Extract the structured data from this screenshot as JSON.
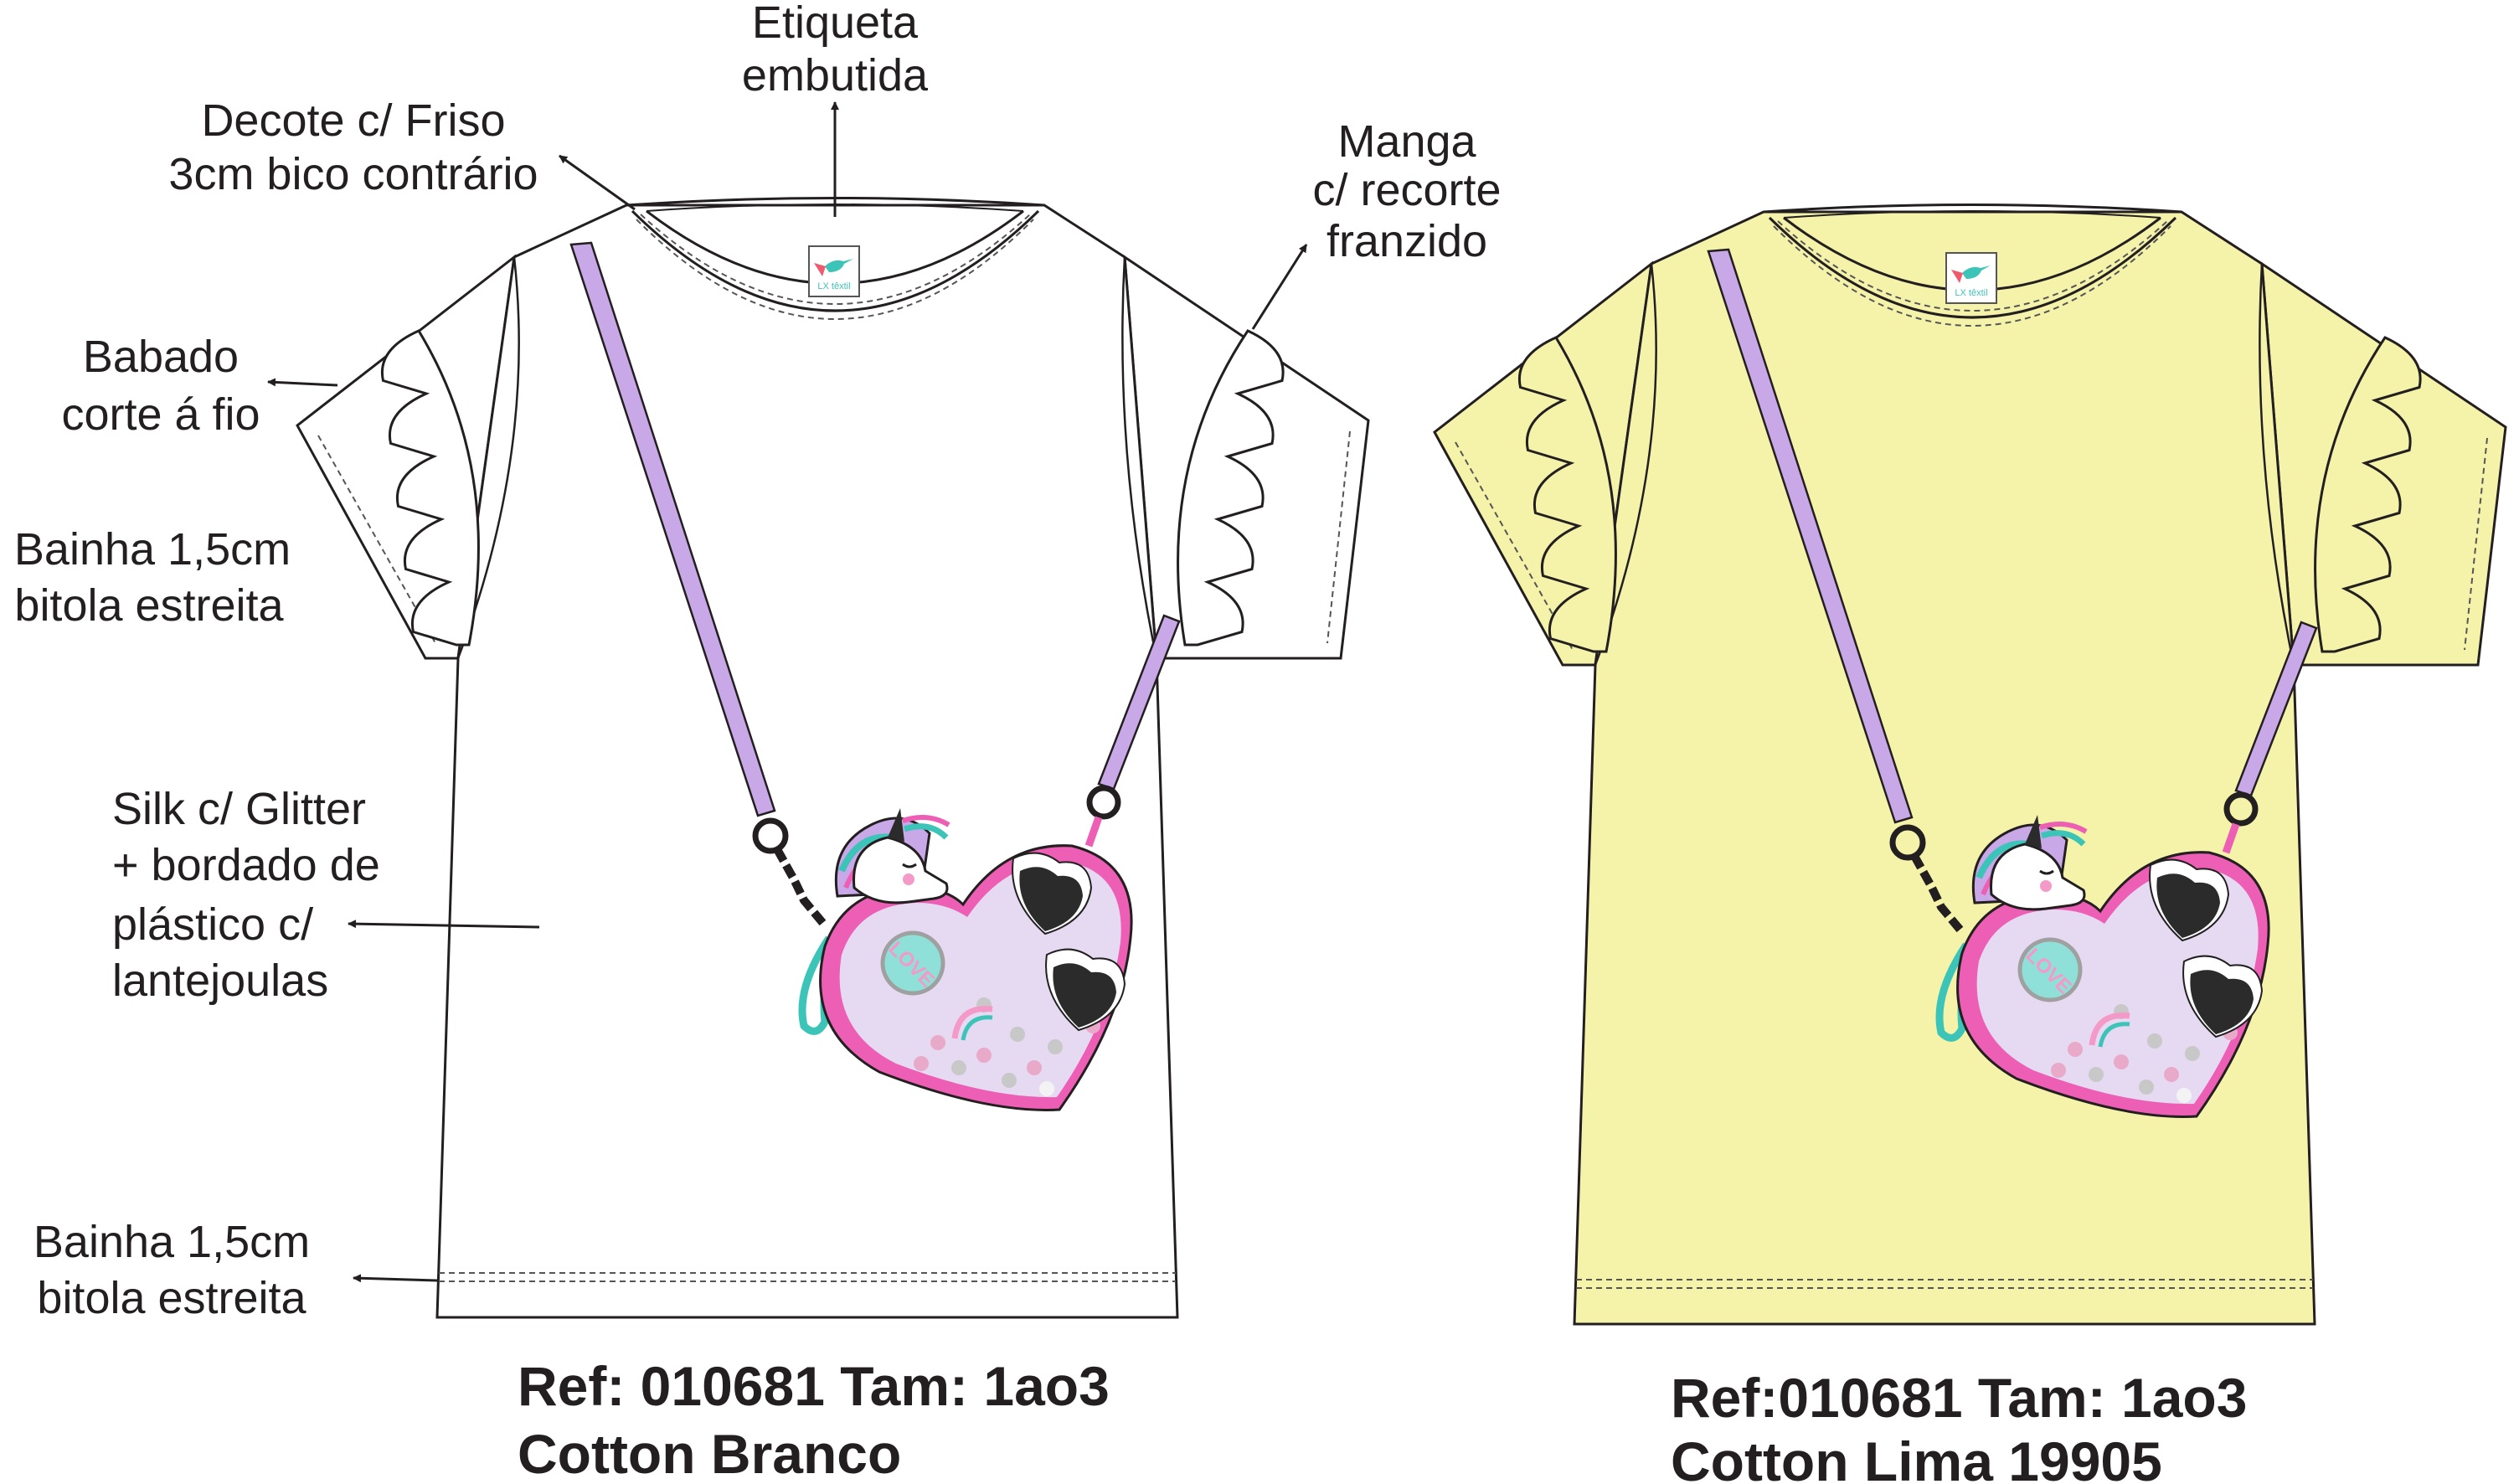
{
  "annotations": {
    "label_tag": [
      "Etiqueta",
      "embutida"
    ],
    "neckline": [
      "Decote c/ Friso",
      "3cm bico contrário"
    ],
    "sleeve": [
      "Manga",
      "c/ recorte",
      "franzido"
    ],
    "ruffle": [
      "Babado",
      "corte á fio"
    ],
    "sleeve_hem": [
      "Bainha 1,5cm",
      "bitola estreita"
    ],
    "print": [
      "Silk c/ Glitter",
      "+ bordado de",
      "plástico c/",
      "lantejoulas"
    ],
    "bottom_hem": [
      "Bainha 1,5cm",
      "bitola estreita"
    ]
  },
  "garments": [
    {
      "ref_line": "Ref: 010681 Tam: 1ao3",
      "color_line": "Cotton Branco",
      "fill": "#ffffff"
    },
    {
      "ref_line": "Ref:010681 Tam: 1ao3",
      "color_line": "Cotton Lima 19905",
      "fill": "#f5f3aa"
    }
  ],
  "label_brand": "LX têxtil",
  "print_text": "LOVE",
  "colors": {
    "strap": "#c9a8e8",
    "bag_rim": "#ec5fb4",
    "bag_body": "#e6daf2",
    "teal": "#3cc4b8",
    "ink": "#231f20"
  }
}
